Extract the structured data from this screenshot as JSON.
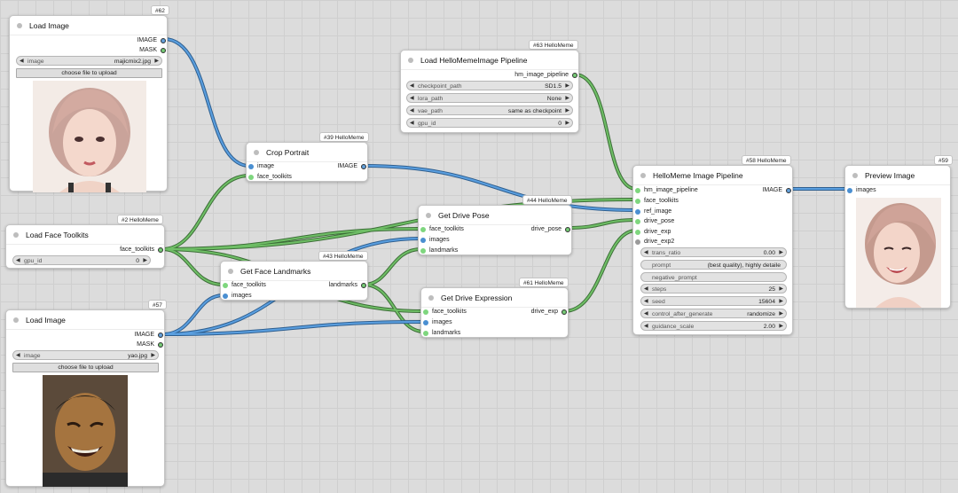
{
  "nodes": {
    "n62": {
      "badge": "#62",
      "title": "Load Image",
      "outputs": [
        "IMAGE",
        "MASK"
      ],
      "widgets": {
        "image_label": "image",
        "image_value": "majicmix2.jpg"
      },
      "upload_button": "choose file to upload"
    },
    "n2": {
      "badge": "#2 HelloMeme",
      "title": "Load Face Toolkits",
      "outputs": [
        "face_toolkits"
      ],
      "widgets": {
        "gpu_id_label": "gpu_id",
        "gpu_id_value": "0"
      }
    },
    "n57": {
      "badge": "#57",
      "title": "Load Image",
      "outputs": [
        "IMAGE",
        "MASK"
      ],
      "widgets": {
        "image_label": "image",
        "image_value": "yao.jpg"
      },
      "upload_button": "choose file to upload"
    },
    "n39": {
      "badge": "#39 HelloMeme",
      "title": "Crop Portrait",
      "inputs": [
        "image",
        "face_toolkits"
      ],
      "outputs": [
        "IMAGE"
      ]
    },
    "n43": {
      "badge": "#43 HelloMeme",
      "title": "Get Face Landmarks",
      "inputs": [
        "face_toolkits",
        "images"
      ],
      "outputs": [
        "landmarks"
      ]
    },
    "n63": {
      "badge": "#63 HelloMeme",
      "title": "Load HelloMemeImage Pipeline",
      "outputs": [
        "hm_image_pipeline"
      ],
      "widgets": [
        {
          "label": "checkpoint_path",
          "value": "SD1.5"
        },
        {
          "label": "lora_path",
          "value": "None"
        },
        {
          "label": "vae_path",
          "value": "same as checkpoint"
        },
        {
          "label": "gpu_id",
          "value": "0"
        }
      ]
    },
    "n44": {
      "badge": "#44 HelloMeme",
      "title": "Get Drive Pose",
      "inputs": [
        "face_toolkits",
        "images",
        "landmarks"
      ],
      "outputs": [
        "drive_pose"
      ]
    },
    "n61": {
      "badge": "#61 HelloMeme",
      "title": "Get Drive Expression",
      "inputs": [
        "face_toolkits",
        "images",
        "landmarks"
      ],
      "outputs": [
        "drive_exp"
      ]
    },
    "n58": {
      "badge": "#58 HelloMeme",
      "title": "HelloMeme Image Pipeline",
      "inputs": [
        "hm_image_pipeline",
        "face_toolkits",
        "ref_image",
        "drive_pose",
        "drive_exp",
        "drive_exp2"
      ],
      "outputs": [
        "IMAGE"
      ],
      "widgets": {
        "trans_ratio_label": "trans_ratio",
        "trans_ratio_value": "0.00",
        "prompt_label": "prompt",
        "prompt_value": "(best quality), highly detaile",
        "negative_prompt_label": "negative_prompt",
        "steps_label": "steps",
        "steps_value": "25",
        "seed_label": "seed",
        "seed_value": "15604",
        "cag_label": "control_after_generate",
        "cag_value": "randomize",
        "guidance_label": "guidance_scale",
        "guidance_value": "2.00"
      }
    },
    "n59": {
      "badge": "#59",
      "title": "Preview Image",
      "inputs": [
        "images"
      ]
    }
  },
  "colors": {
    "image_wire": "#4a8fd1",
    "generic_wire": "#5a9a52",
    "canvas": "#dcdcdc"
  },
  "icons": {
    "arrow_left": "◀",
    "arrow_right": "▶"
  }
}
